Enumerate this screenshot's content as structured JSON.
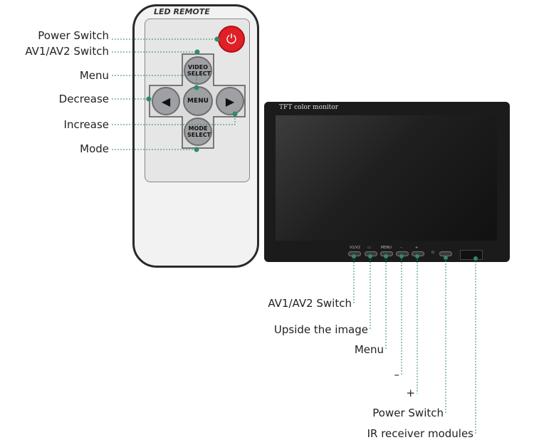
{
  "remote": {
    "title": "LED REMOTE",
    "buttons": {
      "power": "⏻",
      "video_select": "VIDEO SELECT",
      "menu": "MENU",
      "mode_select": "MODE SELECT",
      "left": "◀",
      "right": "▶"
    }
  },
  "remote_labels": {
    "power": "Power Switch",
    "av": "AV1/AV2 Switch",
    "menu": "Menu",
    "decrease": "Decrease",
    "increase": "Increase",
    "mode": "Mode"
  },
  "monitor": {
    "title": "TFT color monitor",
    "button_marks": [
      "V1/V2",
      "▭",
      "MENU",
      "–",
      "+",
      "⏻"
    ]
  },
  "monitor_labels": {
    "av": "AV1/AV2 Switch",
    "upside": "Upside the image",
    "menu": "Menu",
    "minus": "–",
    "plus": "+",
    "power": "Power Switch",
    "ir": "IR receiver modules"
  },
  "colors": {
    "leader": "#2e8b6a",
    "power_red": "#e01f26"
  }
}
